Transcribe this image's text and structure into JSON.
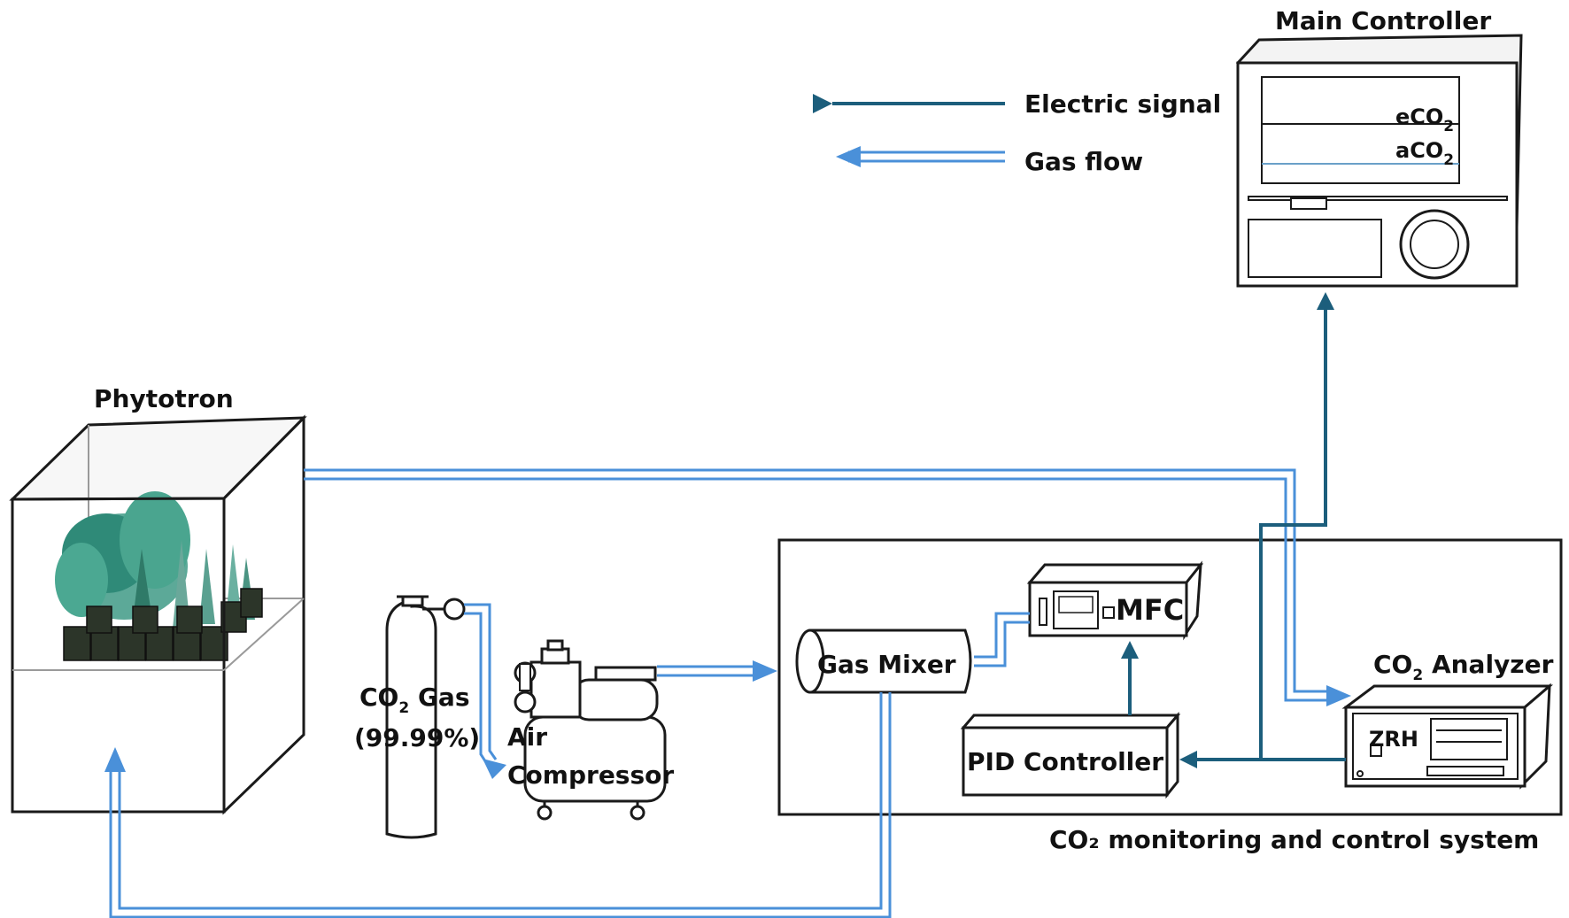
{
  "legend": {
    "electric_signal": "Electric signal",
    "gas_flow": "Gas flow"
  },
  "components": {
    "main_controller": {
      "title": "Main Controller",
      "readout_e": "eCO",
      "readout_a": "aCO",
      "subscript": "2"
    },
    "phytotron": {
      "title": "Phytotron"
    },
    "co2_gas": {
      "line1_prefix": "CO",
      "line1_sub": "2",
      "line1_suffix": " Gas",
      "line2": "(99.99%)"
    },
    "air_compressor": {
      "line1": "Air",
      "line2": "Compressor"
    },
    "gas_mixer": {
      "label": "Gas Mixer"
    },
    "mfc": {
      "label": "MFC"
    },
    "pid_controller": {
      "label": "PID Controller"
    },
    "co2_analyzer": {
      "title_prefix": "CO",
      "title_sub": "2",
      "title_suffix": " Analyzer",
      "panel_label": "ZRH"
    },
    "system_box": {
      "caption": "CO₂ monitoring and control system"
    }
  },
  "colors": {
    "electric": "#1c5e7c",
    "gas": "#4a90d9",
    "outline": "#1a1a1a",
    "plant": "#3f9a86",
    "pot": "#2c3529"
  },
  "icons": {
    "main_controller": "controller-cabinet-icon",
    "phytotron": "growth-chamber-icon",
    "co2_cylinder": "gas-cylinder-icon",
    "compressor": "air-compressor-icon",
    "mixer": "gas-mixer-cylinder-icon",
    "mfc": "mass-flow-controller-icon",
    "analyzer": "gas-analyzer-icon"
  }
}
